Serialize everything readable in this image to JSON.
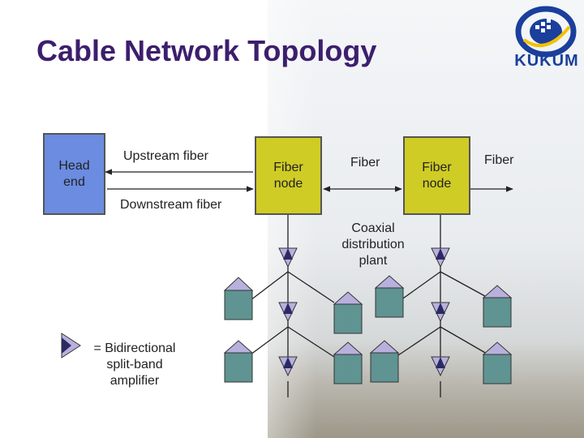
{
  "header": {
    "title": "Cable Network Topology"
  },
  "logo": {
    "text": "KUKUM"
  },
  "nodes": {
    "head_end": "Head\nend",
    "fiber_node_1": "Fiber\nnode",
    "fiber_node_2": "Fiber\nnode"
  },
  "labels": {
    "upstream_fiber": "Upstream fiber",
    "downstream_fiber": "Downstream fiber",
    "fiber_middle": "Fiber",
    "fiber_right": "Fiber",
    "coaxial": "Coaxial\ndistribution\nplant"
  },
  "legend": {
    "text": "= Bidirectional\nsplit-band\namplifier"
  },
  "colors": {
    "head_end": "#6b8ce0",
    "fiber_node": "#cfcc26",
    "subscriber_house": "#5f9492",
    "amplifier": "#b9b0dd",
    "title": "#3d1e6d"
  }
}
